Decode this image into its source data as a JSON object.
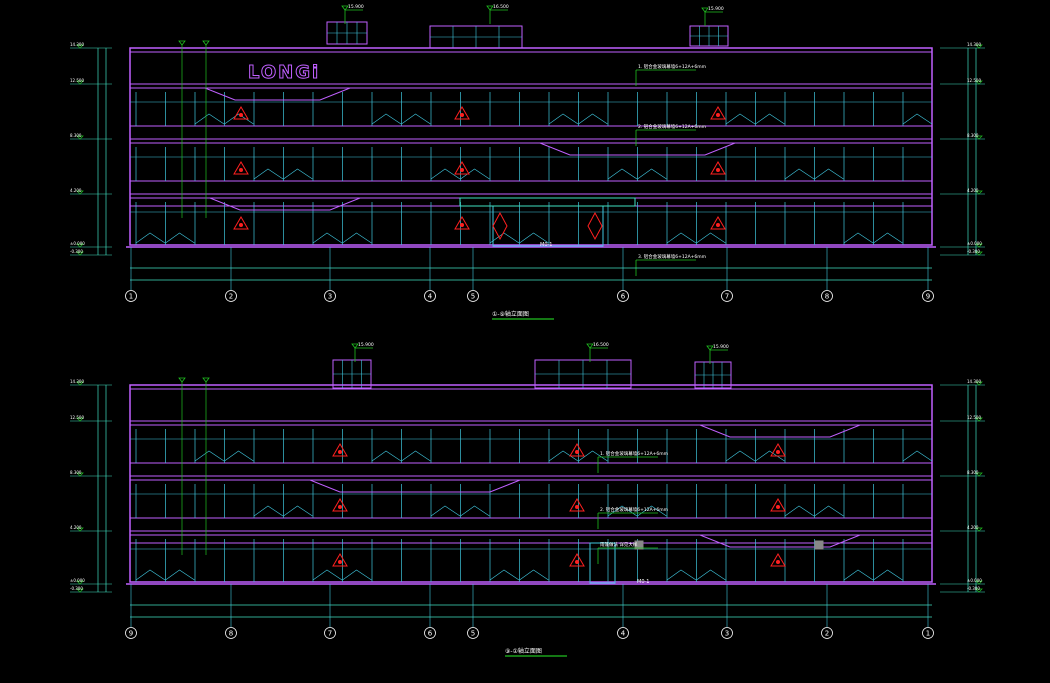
{
  "drawing": {
    "logo_text": "LONGi",
    "colors": {
      "background": "#000000",
      "outline": "#c060ff",
      "mullion": "#40c8e0",
      "annotation": "#20c020",
      "dimension": "#40e0c0",
      "sign": "#ff2020",
      "text": "#ffffff"
    },
    "elevations": [
      {
        "title": "①-⑨轴立面图",
        "axes": [
          "1",
          "2",
          "3",
          "4",
          "5",
          "6",
          "7",
          "8",
          "9"
        ],
        "door_label": "M0-1",
        "notes": [
          "1. 铝合金玻璃幕墙6+12A+6mm",
          "2. 铝合金玻璃幕墙6+12A+6mm",
          "3. 铝合金玻璃幕墙6+12A+6mm"
        ],
        "roof_levels": [
          "15.900",
          "16.500",
          "15.900"
        ]
      },
      {
        "title": "⑨-①轴立面图",
        "axes": [
          "9",
          "8",
          "7",
          "6",
          "5",
          "4",
          "3",
          "2",
          "1"
        ],
        "door_label": "M0-1",
        "notes": [
          "1. 铝合金玻璃幕墙6+12A+6mm",
          "2. 铝合金玻璃幕墙6+12A+6mm",
          "雨篷做法 详见大样"
        ],
        "roof_levels": [
          "15.900",
          "16.500",
          "15.900"
        ]
      }
    ],
    "level_marks": [
      "14.300",
      "12.500",
      "8.300",
      "4.200",
      "±0.000",
      "-0.300"
    ]
  }
}
